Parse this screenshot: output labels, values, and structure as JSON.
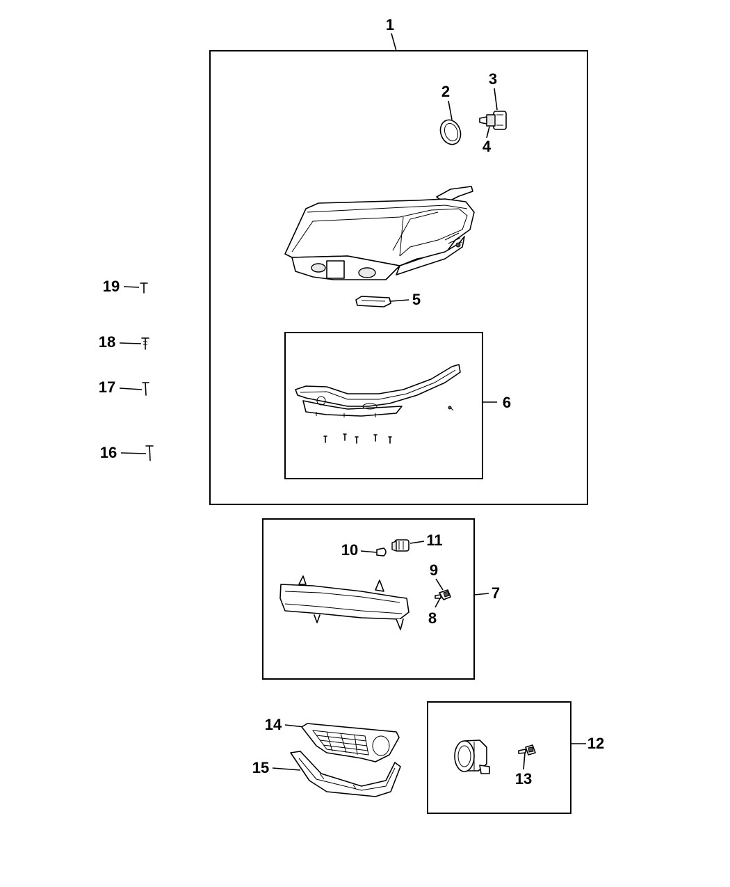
{
  "callouts": {
    "c1": "1",
    "c2": "2",
    "c3": "3",
    "c4": "4",
    "c5": "5",
    "c6": "6",
    "c7": "7",
    "c8": "8",
    "c9": "9",
    "c10": "10",
    "c11": "11",
    "c12": "12",
    "c13": "13",
    "c14": "14",
    "c15": "15",
    "c16": "16",
    "c17": "17",
    "c18": "18",
    "c19": "19"
  },
  "colors": {
    "line": "#000000",
    "background": "#ffffff",
    "shade": "#e8e8e8"
  }
}
